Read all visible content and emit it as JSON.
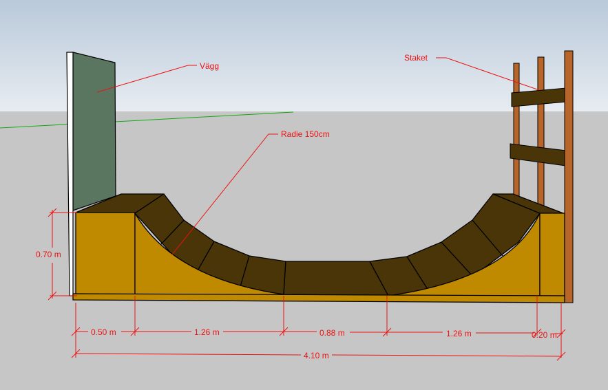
{
  "annotations": {
    "wall": "Vägg",
    "fence": "Staket",
    "radius": "Radie 150cm"
  },
  "dimensions": {
    "height": "0.70 m",
    "deck_left": "0.50 m",
    "transition_left": "1.26 m",
    "flat_bottom": "0.88 m",
    "transition_right": "1.26 m",
    "deck_right": "0.20 m",
    "total": "4.10 m"
  },
  "colors": {
    "sky": "#d7e1ec",
    "ground": "#c6c6c6",
    "ramp_side": "#c08a00",
    "ramp_surface": "#4a3508",
    "wall_face": "#5a7560",
    "wood": "#b8652a",
    "dimension": "#ee1111",
    "axis_green": "#11aa11"
  }
}
